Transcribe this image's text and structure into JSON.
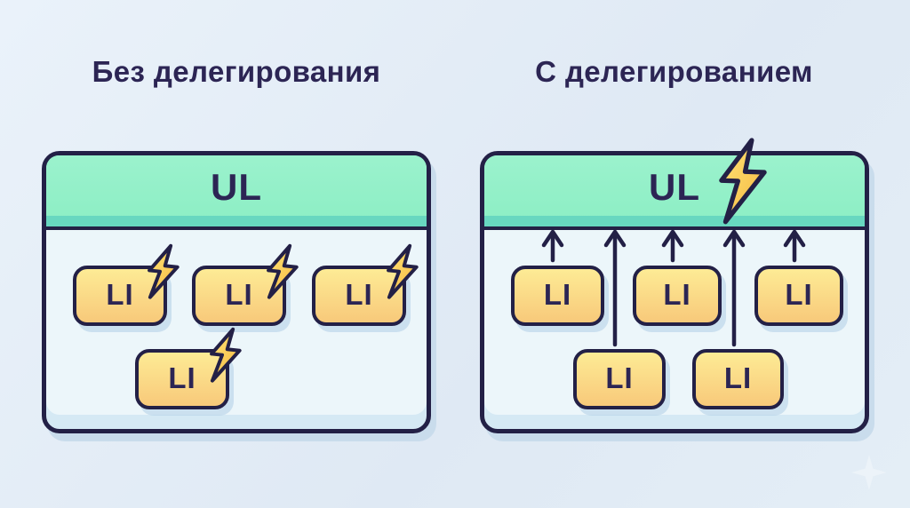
{
  "titles": {
    "left": "Без делегирования",
    "right": "С делегированием"
  },
  "left_panel": {
    "container_label": "UL",
    "items": [
      {
        "label": "LI",
        "listener_icon": "lightning-bolt"
      },
      {
        "label": "LI",
        "listener_icon": "lightning-bolt"
      },
      {
        "label": "LI",
        "listener_icon": "lightning-bolt"
      },
      {
        "label": "LI",
        "listener_icon": "lightning-bolt"
      }
    ]
  },
  "right_panel": {
    "container_label": "UL",
    "container_listener_icon": "lightning-bolt",
    "event_flow_icon": "arrow-up",
    "arrow_count": 5,
    "items": [
      {
        "label": "LI"
      },
      {
        "label": "LI"
      },
      {
        "label": "LI"
      },
      {
        "label": "LI"
      },
      {
        "label": "LI"
      }
    ]
  },
  "colors": {
    "outline": "#232046",
    "text": "#2c2554",
    "header_green": "#8ceec4",
    "header_green_strip": "#68d7c0",
    "panel_body": "#ecf6fa",
    "panel_body_strip": "#d5e9f4",
    "li_yellow_top": "#fdeb95",
    "li_yellow_bottom": "#f8c97a",
    "bolt_light": "#ffe578",
    "bolt_dark": "#f5b63e",
    "canvas_bg_b": "#dfe9f4"
  }
}
